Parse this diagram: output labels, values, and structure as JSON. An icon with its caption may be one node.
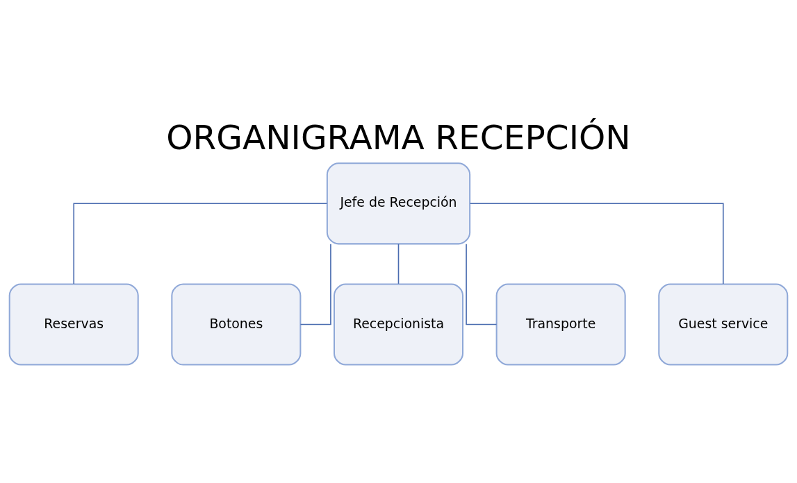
{
  "diagram": {
    "title": "ORGANIGRAMA RECEPCIÓN",
    "nodes": [
      {
        "text": [
          "Jefe de Recepción"
        ]
      },
      {
        "text": [
          "Reservas"
        ]
      },
      {
        "text": [
          "Botones"
        ]
      },
      {
        "text": [
          "Recepcionista"
        ]
      },
      {
        "text": [
          "Transporte"
        ]
      },
      {
        "text": [
          "Guest service"
        ]
      }
    ],
    "edges": [
      {
        "from": 0,
        "to": 1,
        "arrow": "none"
      },
      {
        "from": 0,
        "to": 2,
        "arrow": "none"
      },
      {
        "from": 0,
        "to": 3,
        "arrow": "none"
      },
      {
        "from": 0,
        "to": 4,
        "arrow": "none"
      },
      {
        "from": 0,
        "to": 5,
        "arrow": "none"
      }
    ]
  }
}
